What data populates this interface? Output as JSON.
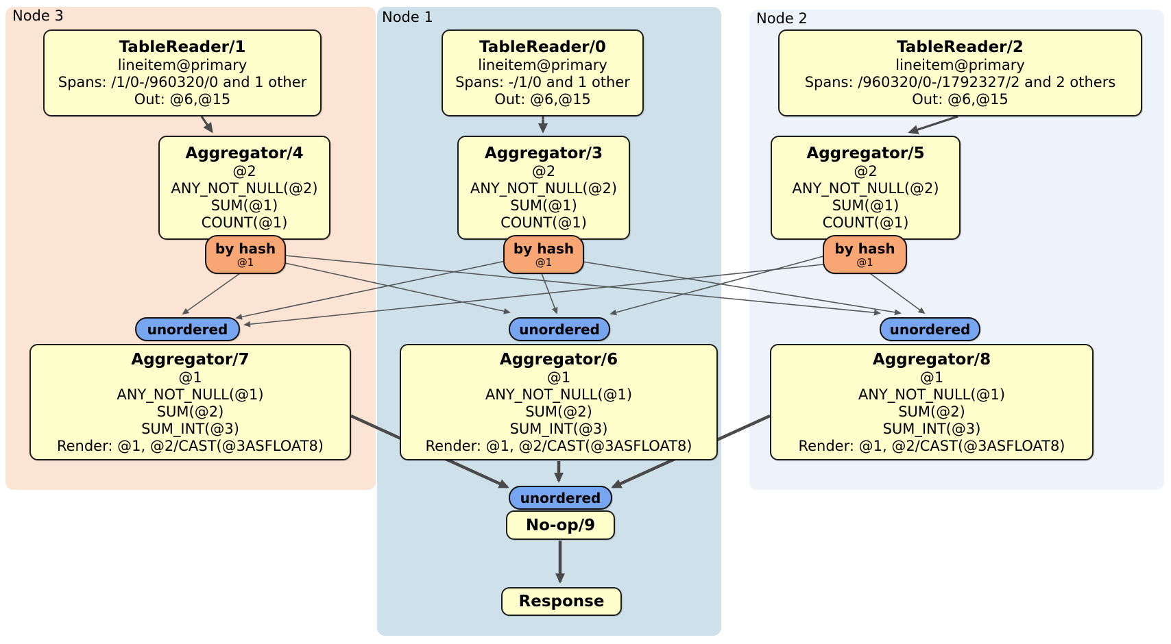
{
  "regions": [
    {
      "label": "Node 3"
    },
    {
      "label": "Node 1"
    },
    {
      "label": "Node 2"
    }
  ],
  "processors": [
    {
      "title": "TableReader/1",
      "lines": [
        "lineitem@primary",
        "Spans: /1/0-/960320/0 and 1 other",
        "Out: @6,@15"
      ]
    },
    {
      "title": "TableReader/0",
      "lines": [
        "lineitem@primary",
        "Spans: -/1/0 and 1 other",
        "Out: @6,@15"
      ]
    },
    {
      "title": "TableReader/2",
      "lines": [
        "lineitem@primary",
        "Spans: /960320/0-/1792327/2 and 2 others",
        "Out: @6,@15"
      ]
    },
    {
      "title": "Aggregator/4",
      "lines": [
        "@2",
        "ANY_NOT_NULL(@2)",
        "SUM(@1)",
        "COUNT(@1)"
      ]
    },
    {
      "title": "Aggregator/3",
      "lines": [
        "@2",
        "ANY_NOT_NULL(@2)",
        "SUM(@1)",
        "COUNT(@1)"
      ]
    },
    {
      "title": "Aggregator/5",
      "lines": [
        "@2",
        "ANY_NOT_NULL(@2)",
        "SUM(@1)",
        "COUNT(@1)"
      ]
    },
    {
      "title": "Aggregator/7",
      "lines": [
        "@1",
        "ANY_NOT_NULL(@1)",
        "SUM(@2)",
        "SUM_INT(@3)",
        "Render: @1, @2/CAST(@3ASFLOAT8)"
      ]
    },
    {
      "title": "Aggregator/6",
      "lines": [
        "@1",
        "ANY_NOT_NULL(@1)",
        "SUM(@2)",
        "SUM_INT(@3)",
        "Render: @1, @2/CAST(@3ASFLOAT8)"
      ]
    },
    {
      "title": "Aggregator/8",
      "lines": [
        "@1",
        "ANY_NOT_NULL(@1)",
        "SUM(@2)",
        "SUM_INT(@3)",
        "Render: @1, @2/CAST(@3ASFLOAT8)"
      ]
    },
    {
      "title": "No-op/9",
      "lines": []
    },
    {
      "title": "Response",
      "lines": []
    }
  ],
  "routers": [
    {
      "label": "by hash",
      "detail": "@1"
    },
    {
      "label": "by hash",
      "detail": "@1"
    },
    {
      "label": "by hash",
      "detail": "@1"
    }
  ],
  "streams": [
    {
      "label": "unordered"
    },
    {
      "label": "unordered"
    },
    {
      "label": "unordered"
    },
    {
      "label": "unordered"
    }
  ],
  "colors": {
    "processor_fill": "#ffffcc",
    "router_fill": "#f7a674",
    "stream_fill": "#78a5f0",
    "region_node3": "#fce4d4",
    "region_node1": "#cee0ea",
    "region_node2": "#eef2fb",
    "edge": "#4a4a4a"
  }
}
